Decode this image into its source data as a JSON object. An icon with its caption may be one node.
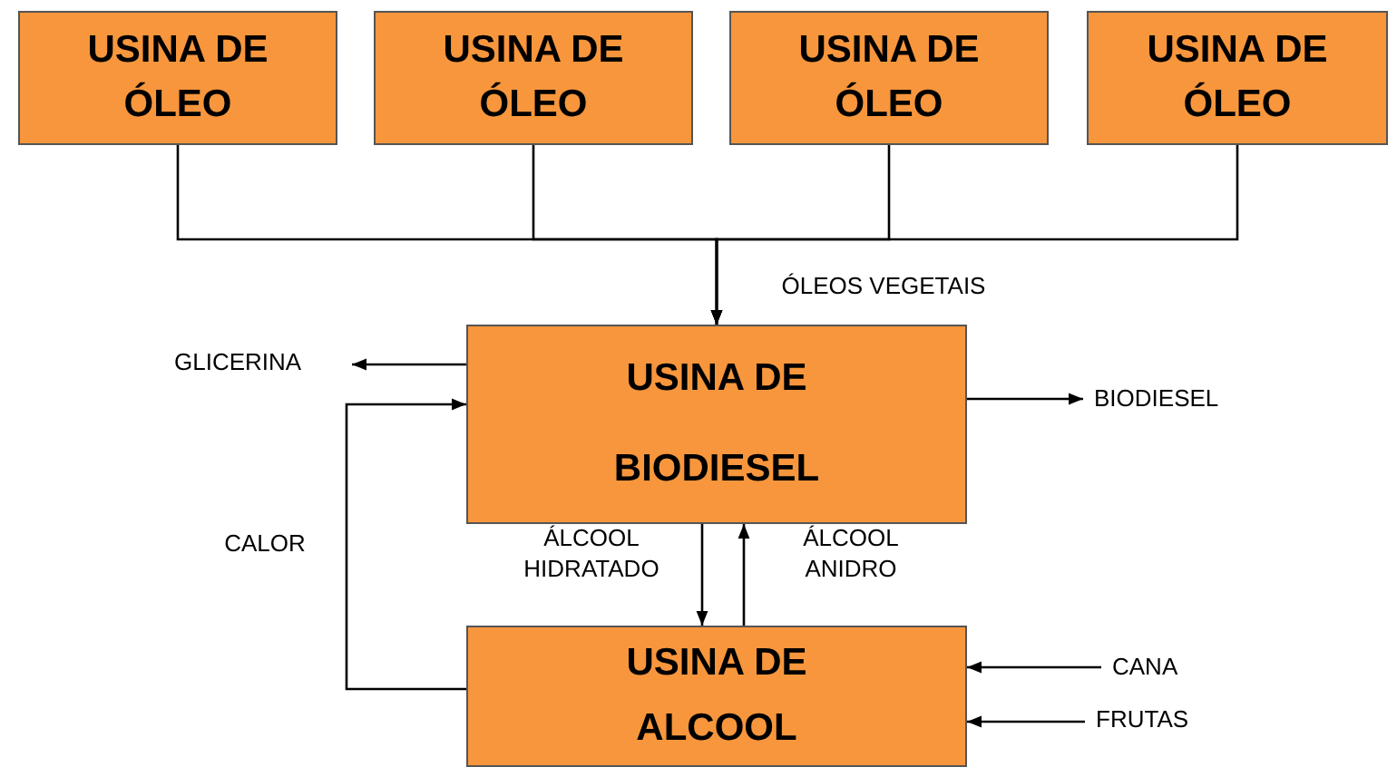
{
  "diagram": {
    "nodes": [
      {
        "text": [
          "USINA DE ÓLEO"
        ]
      },
      {
        "text": [
          "USINA DE ÓLEO"
        ]
      },
      {
        "text": [
          "USINA DE ÓLEO"
        ]
      },
      {
        "text": [
          "USINA DE ÓLEO"
        ]
      },
      {
        "text": [
          "USINA DE BIODIESEL"
        ]
      },
      {
        "text": [
          "USINA DE ALCOOL"
        ]
      },
      {
        "text": [
          "GLICERINA"
        ]
      },
      {
        "text": [
          "BIODIESEL"
        ]
      },
      {
        "text": [
          "CANA"
        ]
      },
      {
        "text": [
          "FRUTAS"
        ]
      }
    ],
    "edges": [
      {
        "from": 0,
        "to": 4,
        "arrow": "to",
        "label": "ÓLEOS VEGETAIS"
      },
      {
        "from": 1,
        "to": 4,
        "arrow": "to"
      },
      {
        "from": 2,
        "to": 4,
        "arrow": "to"
      },
      {
        "from": 3,
        "to": 4,
        "arrow": "to"
      },
      {
        "from": 4,
        "to": 6,
        "arrow": "to"
      },
      {
        "from": 4,
        "to": 7,
        "arrow": "to"
      },
      {
        "from": 4,
        "to": 5,
        "arrow": "to",
        "label": "ÁLCOOL HIDRATADO"
      },
      {
        "from": 5,
        "to": 4,
        "arrow": "to",
        "label": "ÁLCOOL ANIDRO"
      },
      {
        "from": 5,
        "to": 4,
        "arrow": "to",
        "label": "CALOR"
      },
      {
        "from": 8,
        "to": 5,
        "arrow": "to"
      },
      {
        "from": 9,
        "to": 5,
        "arrow": "to"
      }
    ]
  }
}
